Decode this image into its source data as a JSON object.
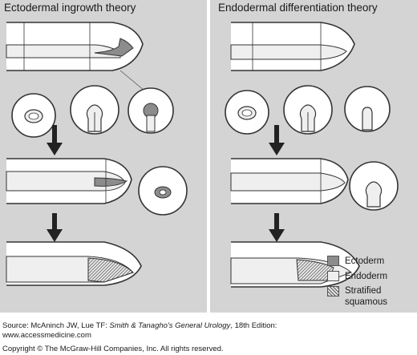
{
  "panels": {
    "left_title": "Ectodermal ingrowth theory",
    "right_title": "Endodermal differentiation theory"
  },
  "legend": {
    "ectoderm_label": "Ectoderm",
    "endoderm_label": "Endoderm",
    "stratified_label_line1": "Stratified",
    "stratified_label_line2": "squamous",
    "colors": {
      "ectoderm": "#8c8c8c",
      "endoderm": "#efefef",
      "panel_bg": "#d4d4d4",
      "outline": "#333333"
    }
  },
  "caption": {
    "source_prefix": "Source: McAninch JW, Lue TF: ",
    "source_title": "Smith & Tanagho's General Urology",
    "source_suffix": ", 18th Edition:",
    "url": "www.accessmedicine.com",
    "copyright": "Copyright © The McGraw-Hill Companies, Inc. All rights reserved."
  }
}
